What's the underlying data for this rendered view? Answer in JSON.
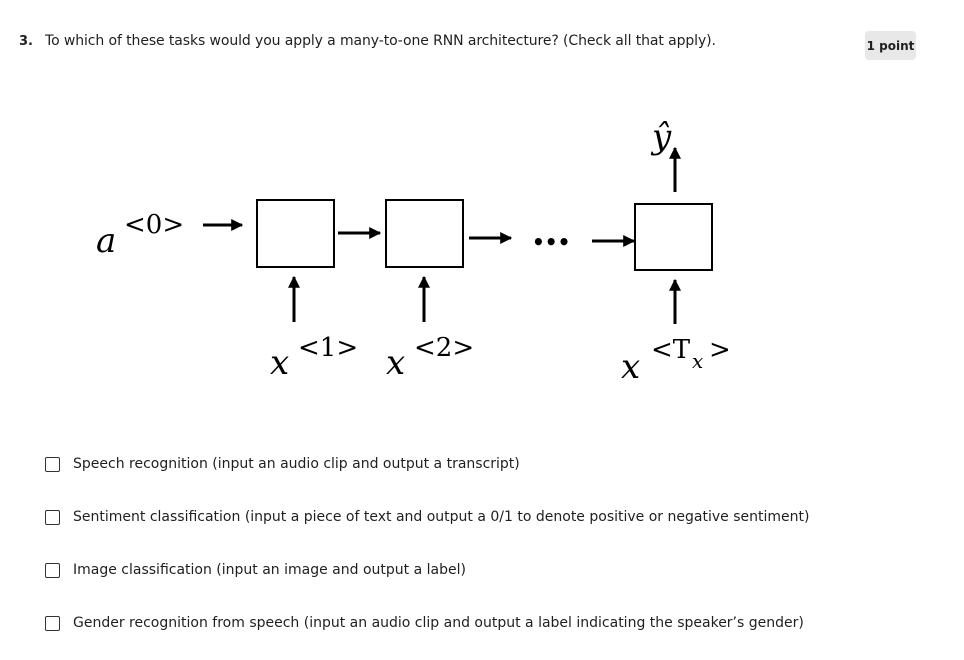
{
  "question": {
    "number": "3.",
    "text": "To which of these tasks would you apply a many-to-one RNN architecture? (Check all that apply).",
    "points": "1 point"
  },
  "diagram": {
    "initial_activation": {
      "base": "a",
      "superscript": "<0>"
    },
    "inputs": [
      {
        "base": "x",
        "superscript": "<1>"
      },
      {
        "base": "x",
        "superscript": "<2>"
      },
      {
        "base": "x",
        "superscript_pre": "<T",
        "superscript_sub": "x",
        "superscript_post": ">"
      }
    ],
    "output": "ŷ",
    "ellipsis": "•••"
  },
  "options": [
    {
      "label": "Speech recognition (input an audio clip and output a transcript)",
      "checked": false
    },
    {
      "label": "Sentiment classification (input a piece of text and output a 0/1 to denote positive or negative sentiment)",
      "checked": false
    },
    {
      "label": "Image classification (input an image and output a label)",
      "checked": false
    },
    {
      "label": "Gender recognition from speech (input an audio clip and output a label indicating the speaker’s gender)",
      "checked": false
    }
  ]
}
